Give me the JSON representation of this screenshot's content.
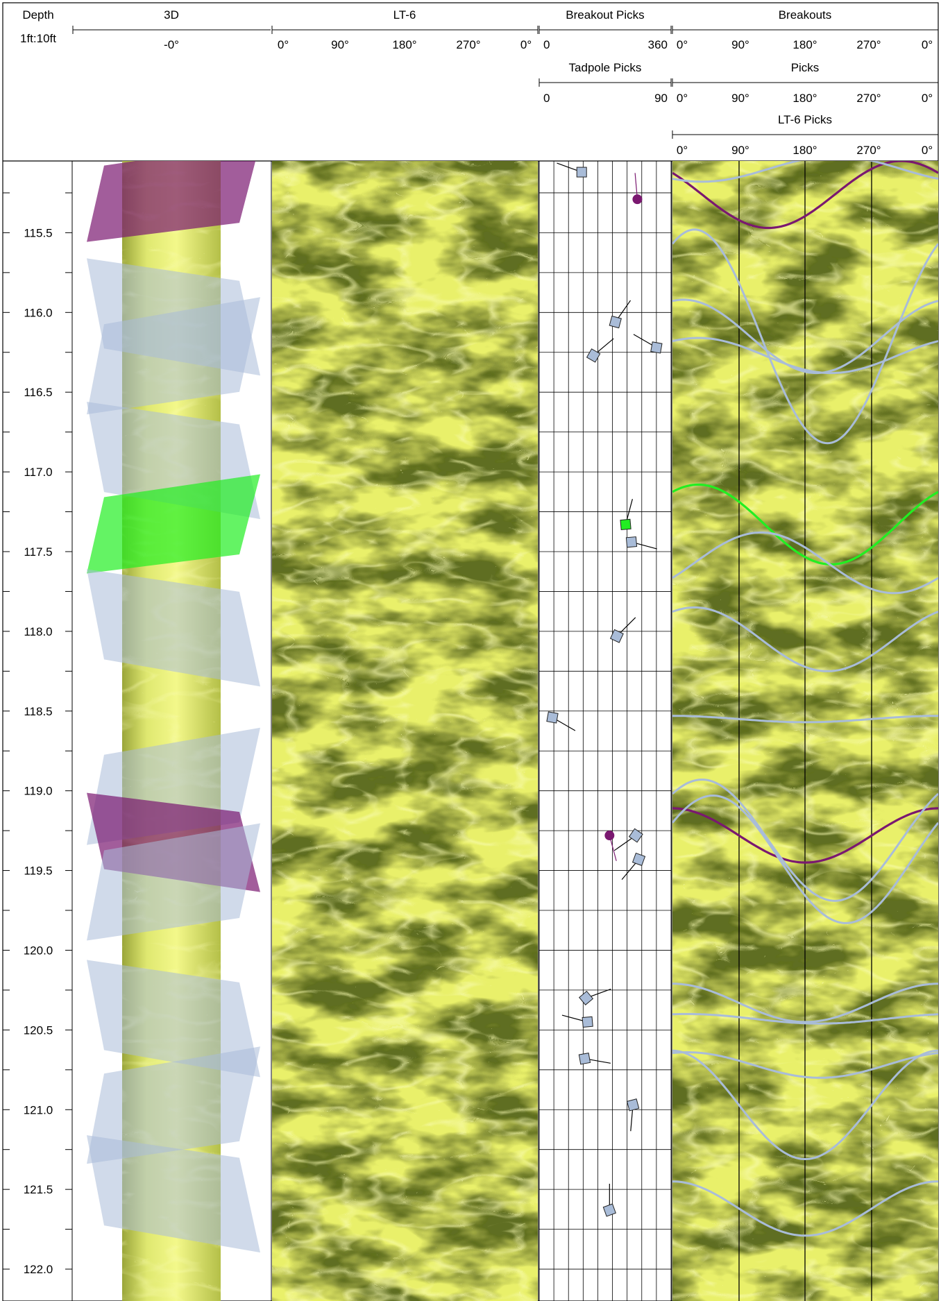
{
  "header": {
    "depth_title": "Depth",
    "scale_label": "1ft:10ft",
    "track_3d": {
      "title": "3D",
      "azimuth_label": "-0°"
    },
    "track_lt6": {
      "title": "LT-6",
      "ticks": [
        "0°",
        "90°",
        "180°",
        "270°",
        "0°"
      ]
    },
    "track_picks": {
      "breakout_title": "Breakout Picks",
      "breakout_min": "0",
      "breakout_max": "360",
      "tadpole_title": "Tadpole Picks",
      "tadpole_min": "0",
      "tadpole_max": "90"
    },
    "track_right": {
      "breakouts_title": "Breakouts",
      "picks_title": "Picks",
      "lt6_picks_title": "LT-6 Picks",
      "ticks": [
        "0°",
        "90°",
        "180°",
        "270°",
        "0°"
      ]
    }
  },
  "chart_data": {
    "type": "scatter",
    "title": "",
    "depth_unit": "ft",
    "depth_range": [
      115.05,
      122.2
    ],
    "depth_ticks": [
      "115.5",
      "116.0",
      "116.5",
      "117.0",
      "117.5",
      "118.0",
      "118.5",
      "119.0",
      "119.5",
      "120.0",
      "120.5",
      "121.0",
      "121.5",
      "122.0"
    ],
    "tadpole_axis_range": [
      0,
      90
    ],
    "colors": {
      "plane": "#a9bcd8",
      "breakout": "#7a1870",
      "highlight": "#22ee22",
      "image_dark": "#5c6b20",
      "image_bright": "#eef36a"
    },
    "tadpoles": [
      {
        "depth": 115.12,
        "dip": 29,
        "azimuth": 290,
        "kind": "plane"
      },
      {
        "depth": 115.29,
        "dip": 67,
        "azimuth": 355,
        "kind": "breakout"
      },
      {
        "depth": 116.06,
        "dip": 52,
        "azimuth": 35,
        "kind": "plane"
      },
      {
        "depth": 116.22,
        "dip": 80,
        "azimuth": 300,
        "kind": "plane"
      },
      {
        "depth": 116.27,
        "dip": 37,
        "azimuth": 50,
        "kind": "plane"
      },
      {
        "depth": 117.33,
        "dip": 59,
        "azimuth": 15,
        "kind": "highlight"
      },
      {
        "depth": 117.44,
        "dip": 63,
        "azimuth": 105,
        "kind": "plane"
      },
      {
        "depth": 118.03,
        "dip": 53,
        "azimuth": 45,
        "kind": "plane"
      },
      {
        "depth": 118.54,
        "dip": 9,
        "azimuth": 120,
        "kind": "plane"
      },
      {
        "depth": 119.28,
        "dip": 48,
        "azimuth": 165,
        "kind": "breakout"
      },
      {
        "depth": 119.28,
        "dip": 66,
        "azimuth": 235,
        "kind": "plane"
      },
      {
        "depth": 119.43,
        "dip": 68,
        "azimuth": 220,
        "kind": "plane"
      },
      {
        "depth": 120.3,
        "dip": 32,
        "azimuth": 70,
        "kind": "plane"
      },
      {
        "depth": 120.45,
        "dip": 33,
        "azimuth": 285,
        "kind": "plane"
      },
      {
        "depth": 120.68,
        "dip": 31,
        "azimuth": 100,
        "kind": "plane"
      },
      {
        "depth": 120.97,
        "dip": 64,
        "azimuth": 185,
        "kind": "plane"
      },
      {
        "depth": 121.63,
        "dip": 48,
        "azimuth": 0,
        "kind": "plane"
      }
    ],
    "sinusoids": [
      {
        "depth": 115.26,
        "amplitude": 0.21,
        "phase_deg": 130,
        "kind": "breakout"
      },
      {
        "depth": 115.1,
        "amplitude": 0.08,
        "phase_deg": 40,
        "kind": "plane"
      },
      {
        "depth": 116.15,
        "amplitude": 0.67,
        "phase_deg": 210,
        "kind": "plane"
      },
      {
        "depth": 116.15,
        "amplitude": 0.23,
        "phase_deg": 195,
        "kind": "plane"
      },
      {
        "depth": 116.27,
        "amplitude": 0.11,
        "phase_deg": 215,
        "kind": "plane"
      },
      {
        "depth": 117.33,
        "amplitude": 0.25,
        "phase_deg": 215,
        "kind": "highlight"
      },
      {
        "depth": 117.57,
        "amplitude": 0.19,
        "phase_deg": 300,
        "kind": "plane"
      },
      {
        "depth": 118.05,
        "amplitude": 0.2,
        "phase_deg": 210,
        "kind": "plane"
      },
      {
        "depth": 118.55,
        "amplitude": 0.02,
        "phase_deg": 180,
        "kind": "plane"
      },
      {
        "depth": 119.28,
        "amplitude": 0.17,
        "phase_deg": 180,
        "kind": "breakout"
      },
      {
        "depth": 119.31,
        "amplitude": 0.38,
        "phase_deg": 220,
        "kind": "plane"
      },
      {
        "depth": 119.43,
        "amplitude": 0.4,
        "phase_deg": 235,
        "kind": "plane"
      },
      {
        "depth": 120.33,
        "amplitude": 0.12,
        "phase_deg": 180,
        "kind": "plane"
      },
      {
        "depth": 120.43,
        "amplitude": 0.03,
        "phase_deg": 200,
        "kind": "plane"
      },
      {
        "depth": 120.72,
        "amplitude": 0.08,
        "phase_deg": 200,
        "kind": "plane"
      },
      {
        "depth": 120.97,
        "amplitude": 0.34,
        "phase_deg": 180,
        "kind": "plane"
      },
      {
        "depth": 121.62,
        "amplitude": 0.17,
        "phase_deg": 180,
        "kind": "plane"
      }
    ],
    "planes_3d": [
      {
        "depth": 115.27,
        "kind": "breakout"
      },
      {
        "depth": 116.0,
        "kind": "plane"
      },
      {
        "depth": 116.3,
        "kind": "plane"
      },
      {
        "depth": 116.9,
        "kind": "plane"
      },
      {
        "depth": 117.35,
        "kind": "highlight"
      },
      {
        "depth": 117.95,
        "kind": "plane"
      },
      {
        "depth": 119.0,
        "kind": "plane"
      },
      {
        "depth": 119.3,
        "kind": "breakout"
      },
      {
        "depth": 119.6,
        "kind": "plane"
      },
      {
        "depth": 120.4,
        "kind": "plane"
      },
      {
        "depth": 121.0,
        "kind": "plane"
      },
      {
        "depth": 121.5,
        "kind": "plane"
      }
    ]
  }
}
